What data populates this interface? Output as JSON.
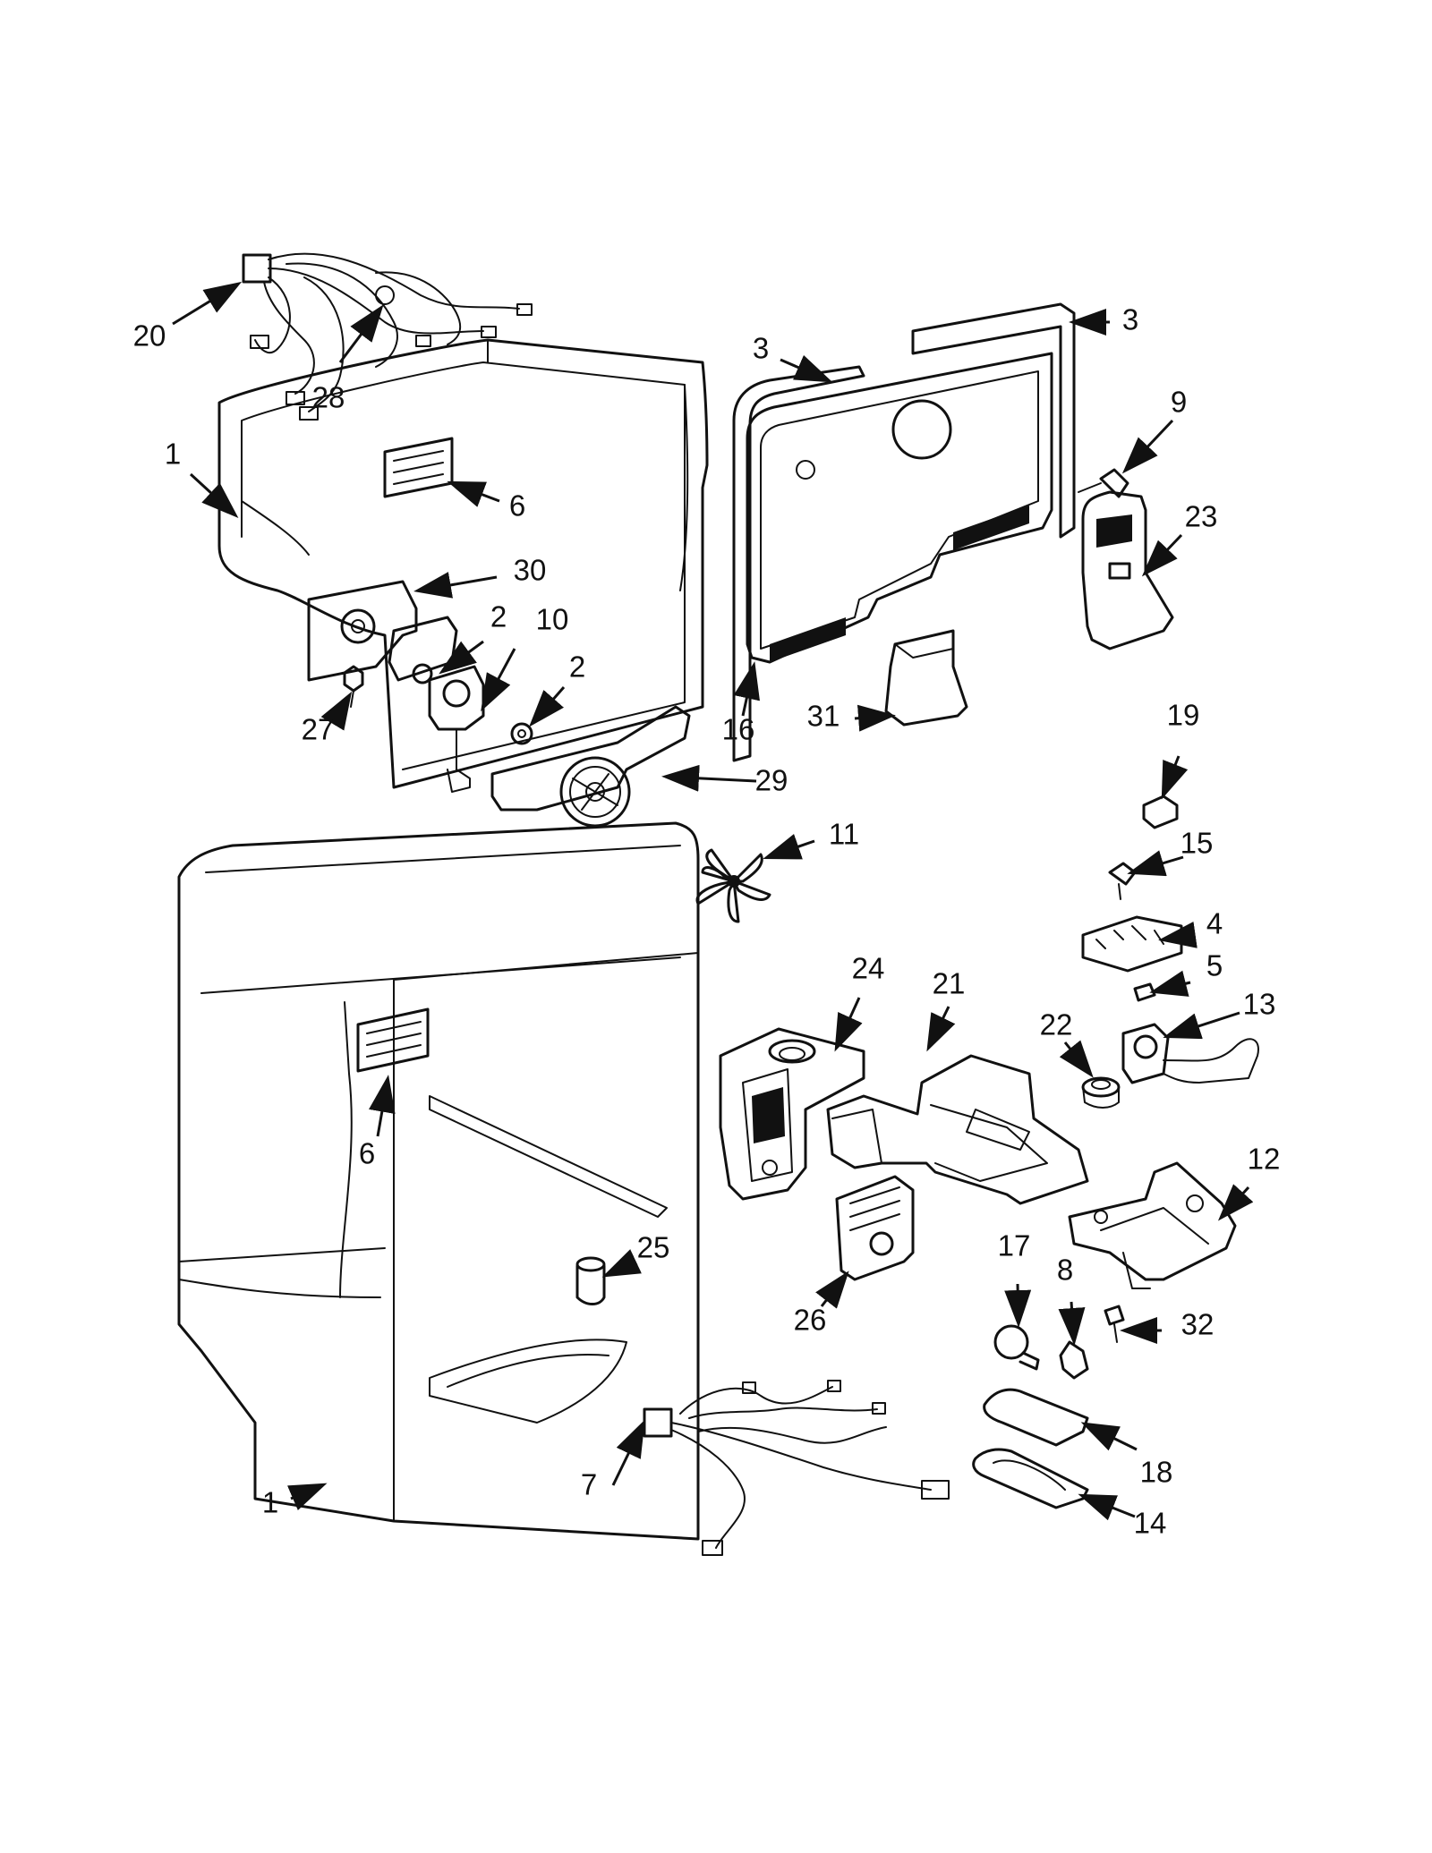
{
  "callouts": [
    {
      "n": "20"
    },
    {
      "n": "28"
    },
    {
      "n": "1"
    },
    {
      "n": "6"
    },
    {
      "n": "30"
    },
    {
      "n": "2"
    },
    {
      "n": "10"
    },
    {
      "n": "27"
    },
    {
      "n": "2"
    },
    {
      "n": "29"
    },
    {
      "n": "11"
    },
    {
      "n": "3"
    },
    {
      "n": "3"
    },
    {
      "n": "9"
    },
    {
      "n": "23"
    },
    {
      "n": "16"
    },
    {
      "n": "31"
    },
    {
      "n": "19"
    },
    {
      "n": "15"
    },
    {
      "n": "4"
    },
    {
      "n": "5"
    },
    {
      "n": "13"
    },
    {
      "n": "24"
    },
    {
      "n": "21"
    },
    {
      "n": "22"
    },
    {
      "n": "12"
    },
    {
      "n": "6"
    },
    {
      "n": "25"
    },
    {
      "n": "26"
    },
    {
      "n": "17"
    },
    {
      "n": "8"
    },
    {
      "n": "32"
    },
    {
      "n": "18"
    },
    {
      "n": "7"
    },
    {
      "n": "14"
    },
    {
      "n": "1"
    }
  ]
}
